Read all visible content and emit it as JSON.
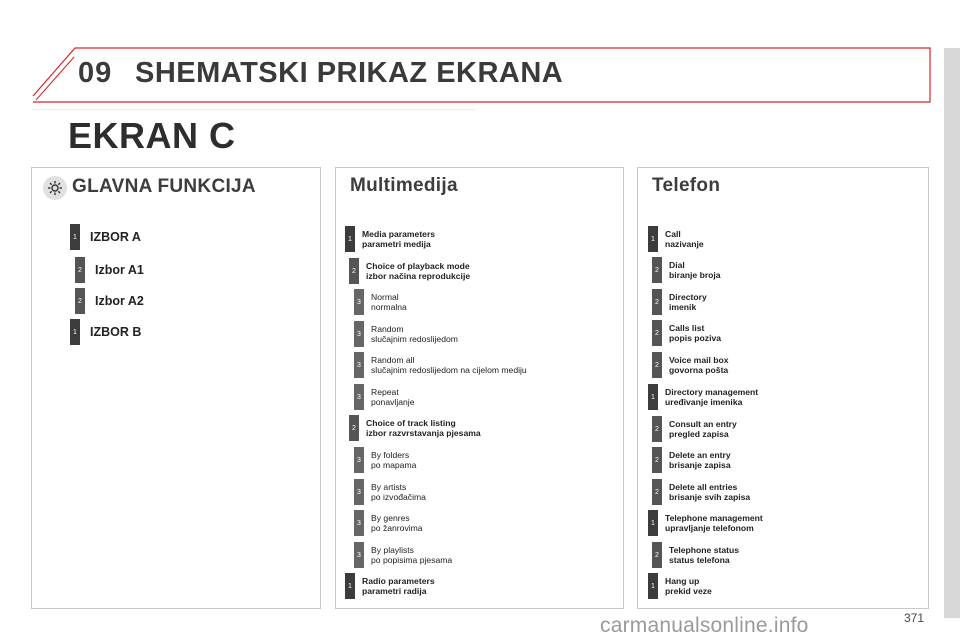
{
  "header": {
    "chapter_number": "09",
    "title": "SHEMATSKI PRIKAZ EKRANA",
    "accent_color": "#d6242a"
  },
  "screen_title": "EKRAN C",
  "panels": {
    "main": {
      "heading": "GLAVNA FUNKCIJA",
      "items": [
        {
          "level": "1",
          "label": "IZBOR A"
        },
        {
          "level": "2",
          "label": "Izbor A1"
        },
        {
          "level": "2",
          "label": "Izbor A2"
        },
        {
          "level": "1",
          "label": "IZBOR B"
        }
      ]
    },
    "multimedia": {
      "heading": "Multimedija",
      "items": [
        {
          "level": "1",
          "line1": "Media parameters",
          "line2": "parametri medija"
        },
        {
          "level": "2",
          "line1": "Choice of playback mode",
          "line2": "izbor načina reprodukcije"
        },
        {
          "level": "3",
          "line1": "Normal",
          "line2": "normalna"
        },
        {
          "level": "3",
          "line1": "Random",
          "line2": "slučajnim redoslijedom"
        },
        {
          "level": "3",
          "line1": "Random all",
          "line2": "slučajnim redoslijedom na cijelom mediju"
        },
        {
          "level": "3",
          "line1": "Repeat",
          "line2": "ponavljanje"
        },
        {
          "level": "2",
          "line1": "Choice of track listing",
          "line2": "izbor razvrstavanja pjesama"
        },
        {
          "level": "3",
          "line1": "By folders",
          "line2": "po mapama"
        },
        {
          "level": "3",
          "line1": "By artists",
          "line2": "po izvođačima"
        },
        {
          "level": "3",
          "line1": "By genres",
          "line2": "po žanrovima"
        },
        {
          "level": "3",
          "line1": "By playlists",
          "line2": "po popisima pjesama"
        },
        {
          "level": "1",
          "line1": "Radio parameters",
          "line2": "parametri radija"
        }
      ]
    },
    "telephone": {
      "heading": "Telefon",
      "items": [
        {
          "level": "1",
          "line1": "Call",
          "line2": "nazivanje"
        },
        {
          "level": "2",
          "line1": "Dial",
          "line2": "biranje broja"
        },
        {
          "level": "2",
          "line1": "Directory",
          "line2": "imenik"
        },
        {
          "level": "2",
          "line1": "Calls list",
          "line2": "popis poziva"
        },
        {
          "level": "2",
          "line1": "Voice mail box",
          "line2": "govorna pošta"
        },
        {
          "level": "1",
          "line1": "Directory management",
          "line2": "uređivanje imenika"
        },
        {
          "level": "2",
          "line1": "Consult an entry",
          "line2": "pregled zapisa"
        },
        {
          "level": "2",
          "line1": "Delete an entry",
          "line2": "brisanje zapisa"
        },
        {
          "level": "2",
          "line1": "Delete all entries",
          "line2": "brisanje svih zapisa"
        },
        {
          "level": "1",
          "line1": "Telephone management",
          "line2": "upravljanje telefonom"
        },
        {
          "level": "2",
          "line1": "Telephone status",
          "line2": "status telefona"
        },
        {
          "level": "1",
          "line1": "Hang up",
          "line2": "prekid veze"
        }
      ]
    }
  },
  "page_number": "371",
  "watermark": "carmanualsonline.info"
}
